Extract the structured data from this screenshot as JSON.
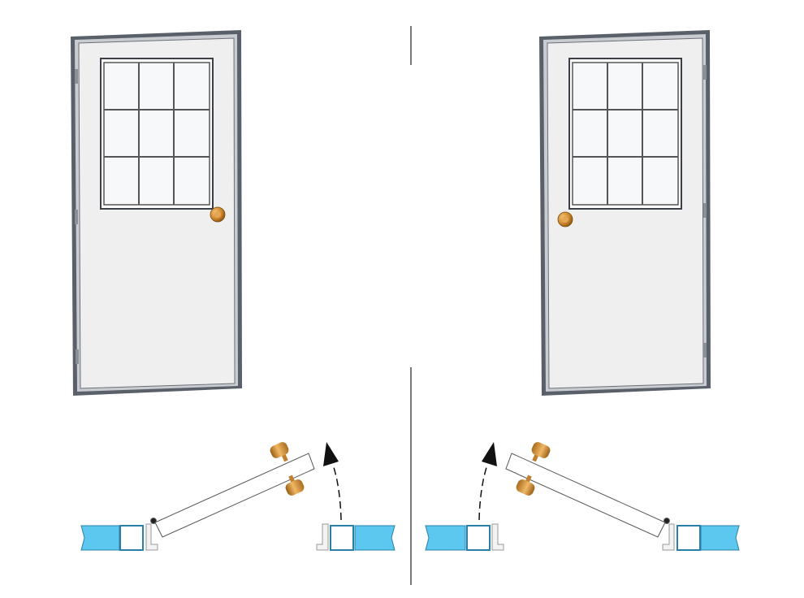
{
  "colors": {
    "wall": "#5cc8f0",
    "wall_outline": "#2a7fa8",
    "door_face": "#efeff0",
    "frame": "#4a4f57",
    "knob": "#d08a2c",
    "arrow": "#111111"
  },
  "panels": [
    {
      "hinge_side": "left",
      "swing": "counterclockwise"
    },
    {
      "hinge_side": "right",
      "swing": "clockwise"
    }
  ]
}
